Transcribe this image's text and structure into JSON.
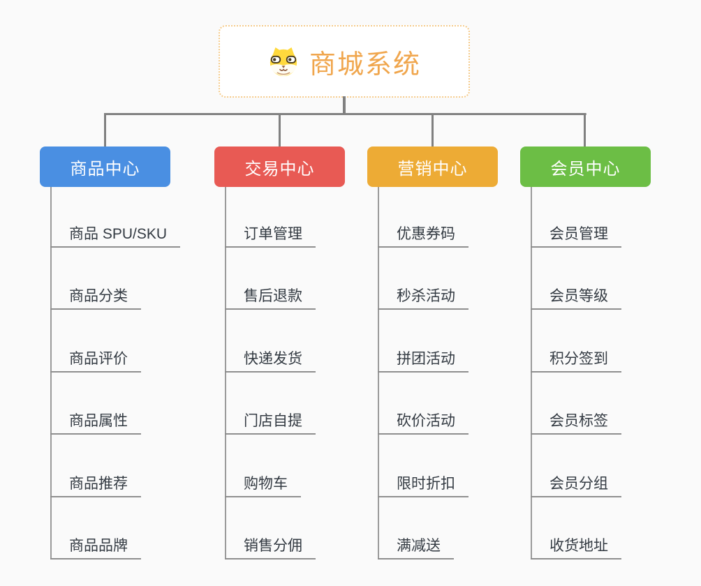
{
  "root": {
    "label": "商城系统",
    "icon": "dog-face-icon",
    "text_color": "#f0a64d",
    "border_color": "#f5cb8b",
    "background": "#ffffff"
  },
  "connectors": {
    "tree_line_color": "#808080",
    "leaf_vline_color": "#9a9a9a",
    "leaf_underline_color": "#8e8e8e"
  },
  "branches": [
    {
      "label": "商品中心",
      "color": "#4a8fe2",
      "items": [
        "商品 SPU/SKU",
        "商品分类",
        "商品评价",
        "商品属性",
        "商品推荐",
        "商品品牌"
      ]
    },
    {
      "label": "交易中心",
      "color": "#e85a54",
      "items": [
        "订单管理",
        "售后退款",
        "快递发货",
        "门店自提",
        "购物车",
        "销售分佣"
      ]
    },
    {
      "label": "营销中心",
      "color": "#edab35",
      "items": [
        "优惠券码",
        "秒杀活动",
        "拼团活动",
        "砍价活动",
        "限时折扣",
        "满减送"
      ]
    },
    {
      "label": "会员中心",
      "color": "#6cbe45",
      "items": [
        "会员管理",
        "会员等级",
        "积分签到",
        "会员标签",
        "会员分组",
        "收货地址"
      ]
    }
  ]
}
